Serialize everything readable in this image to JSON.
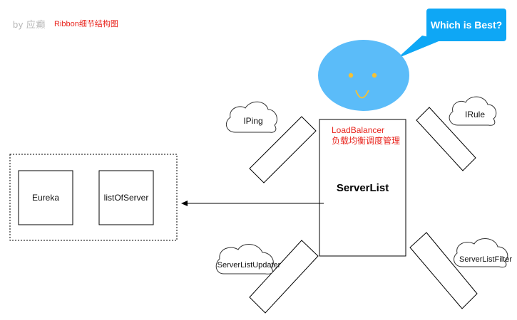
{
  "header": {
    "author": "by 应癫",
    "title": "Ribbon细节结构图"
  },
  "speech_bubble": {
    "text": "Which is Best?",
    "color": "#0ea7f5"
  },
  "load_balancer": {
    "label_line1": "LoadBalancer",
    "label_line2": "负载均衡调度管理",
    "label_color": "#e8231c",
    "body_label": "ServerList"
  },
  "head": {
    "face_color": "#5bbcf9",
    "eye_color": "#f6c133"
  },
  "clouds": {
    "iping": "IPing",
    "irule": "IRule",
    "updater": "ServerListUpdater",
    "filter": "ServerListFilter"
  },
  "registry": {
    "eureka": "Eureka",
    "list_of_server": "listOfServer"
  }
}
